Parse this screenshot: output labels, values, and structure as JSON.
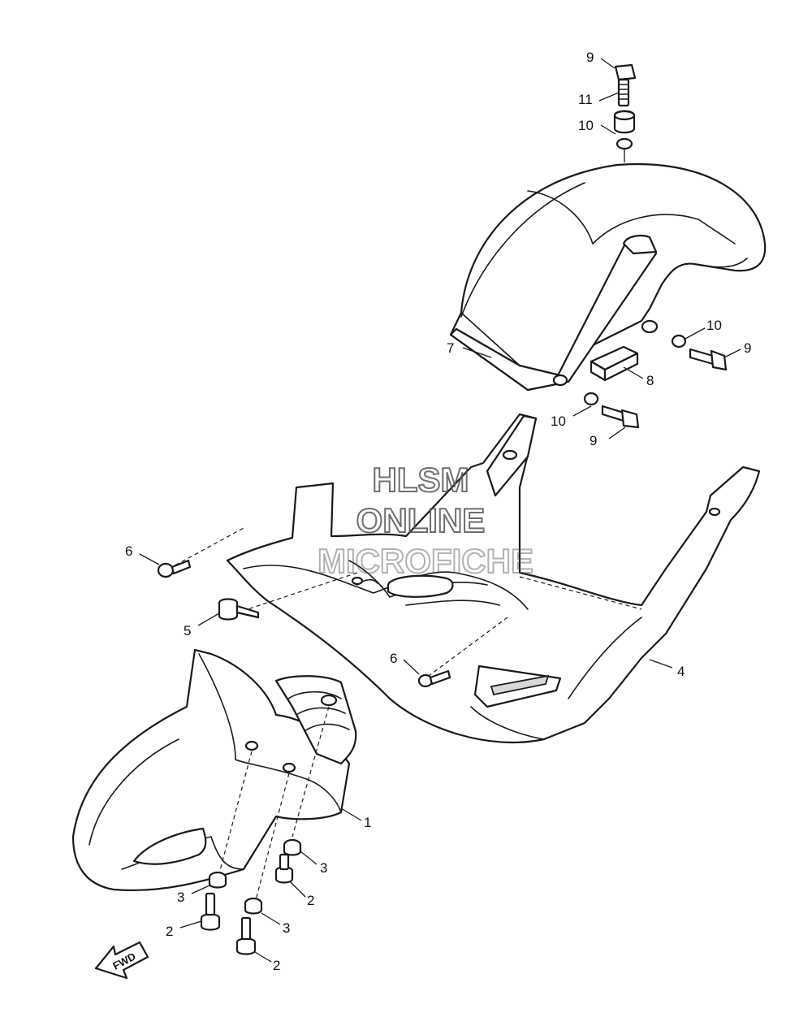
{
  "watermark": {
    "line1": "HLSM",
    "line2": "ONLINE",
    "line3": "MICROFICHE",
    "color": "#555555"
  },
  "direction_arrow": {
    "label": "FWD"
  },
  "callouts": [
    {
      "id": "c9a",
      "text": "9"
    },
    {
      "id": "c11",
      "text": "11"
    },
    {
      "id": "c10a",
      "text": "10"
    },
    {
      "id": "c10b",
      "text": "10"
    },
    {
      "id": "c9b",
      "text": "9"
    },
    {
      "id": "c7",
      "text": "7"
    },
    {
      "id": "c8",
      "text": "8"
    },
    {
      "id": "c10c",
      "text": "10"
    },
    {
      "id": "c9c",
      "text": "9"
    },
    {
      "id": "c6a",
      "text": "6"
    },
    {
      "id": "c5",
      "text": "5"
    },
    {
      "id": "c6b",
      "text": "6"
    },
    {
      "id": "c4",
      "text": "4"
    },
    {
      "id": "c1",
      "text": "1"
    },
    {
      "id": "c3a",
      "text": "3"
    },
    {
      "id": "c2a",
      "text": "2"
    },
    {
      "id": "c3b",
      "text": "3"
    },
    {
      "id": "c2b",
      "text": "2"
    },
    {
      "id": "c3c",
      "text": "3"
    },
    {
      "id": "c2c",
      "text": "2"
    }
  ]
}
